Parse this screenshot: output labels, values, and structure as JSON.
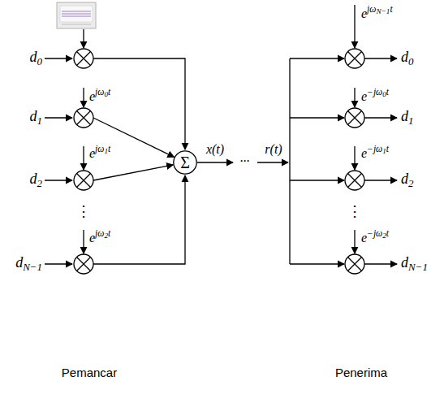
{
  "diagram": {
    "nodes": [
      {
        "text": [
          "Σ"
        ]
      }
    ],
    "labels": [
      "d0",
      "ejω0t",
      "d1",
      "ejω1t",
      "d2",
      "⋮",
      "ejω2t",
      "dN−1",
      "x(t)",
      "...",
      "r(t)",
      "ejωN−1t",
      "d0",
      "e−jω0t",
      "d1",
      "e−jω1t",
      "d2",
      "⋮",
      "e−jω2t",
      "dN−1",
      "Pemancar",
      "Penerima"
    ]
  }
}
